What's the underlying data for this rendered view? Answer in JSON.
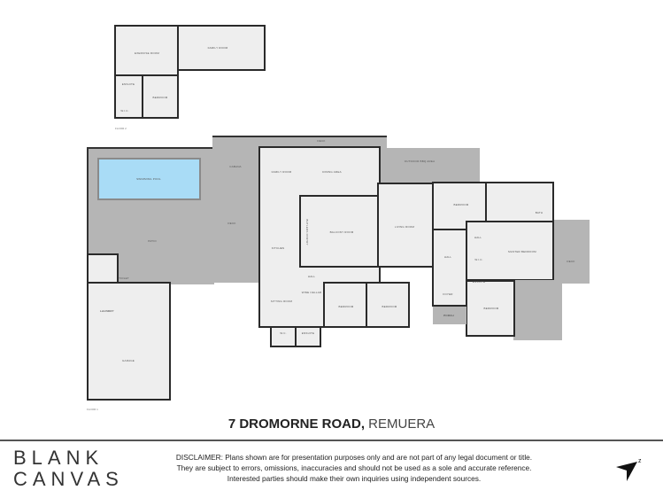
{
  "floor2": {
    "label": "FLOOR 2",
    "rooms": [
      "EXERCISE ROOM",
      "FAMILY ROOM",
      "BEDROOM",
      "W.I.C.",
      "ENSUITE"
    ]
  },
  "floor1": {
    "label": "FLOOR 1",
    "rooms": {
      "pool": "SWIMMING POOL",
      "cabana": "CABANA",
      "deck_top": "DECK",
      "deck_side": "DECK",
      "patio": "PATIO",
      "family": "FAMILY ROOM",
      "dining": "DINING AREA",
      "kitchen": "KITCHEN",
      "pantry": "BUTLERS PANTRY",
      "lounge": "BALCONY ROOM",
      "living": "LIVING ROOM",
      "outdoor": "OUTDOOR BBQ AREA",
      "bed1": "BEDROOM",
      "hall1": "HALL",
      "hall2": "HALL",
      "wic": "W.I.C.",
      "ensuite": "ENSUITE",
      "bath": "BATH",
      "master": "MASTER BEDROOM",
      "master_deck": "DECK",
      "foyer": "FOYER",
      "porch": "PORCH",
      "bed2": "BEDROOM",
      "bed3": "BEDROOM",
      "bed4": "BEDROOM",
      "wine": "WINE CELLAR",
      "sitting": "SITTING ROOM",
      "wc": "W.C.",
      "ensuite2": "ENSUITE",
      "laundry": "LAUNDRY",
      "garage": "GARAGE",
      "hall3": "HALL",
      "toilet": "TOILET"
    }
  },
  "colors": {
    "pool": "#a9dcf6",
    "outdoor": "#b5b5b5",
    "interior": "#eeeeee",
    "wall": "#2a2a2a"
  },
  "title": {
    "street": "7 DROMORNE ROAD,",
    "suburb": "REMUERA"
  },
  "logo": {
    "line1": "BLANK",
    "line2": "CANVAS"
  },
  "disclaimer": {
    "line1": "DISCLAIMER: Plans shown are for presentation purposes only and are not part of any legal document or title.",
    "line2": "They are subject to errors, omissions, inaccuracies and should not be used as a sole and accurate reference.",
    "line3": "Interested parties should make their own inquiries using independent sources."
  },
  "north_icon": "north-arrow-icon"
}
